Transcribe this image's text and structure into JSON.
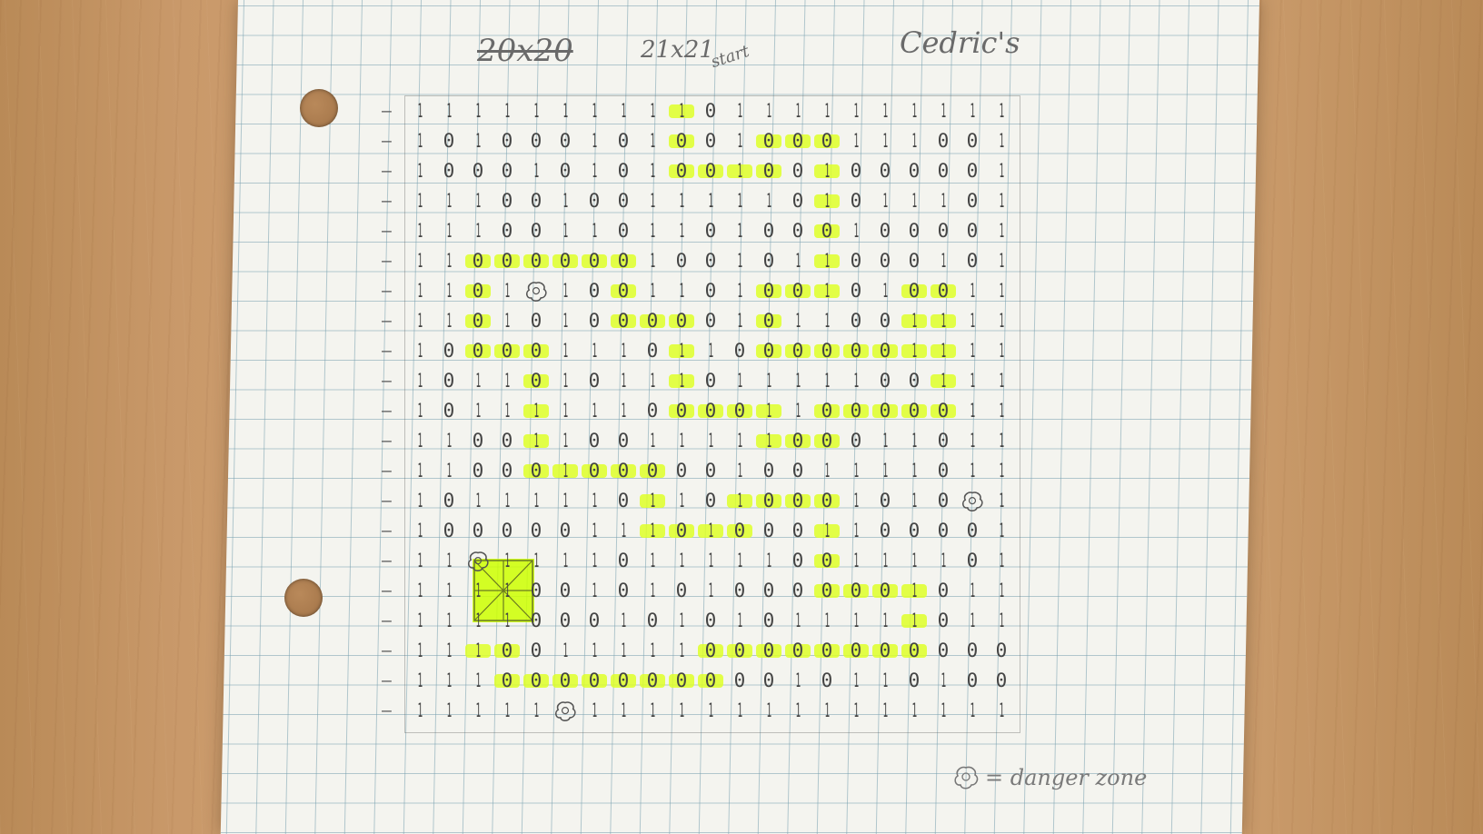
{
  "paper": {
    "crossed_size": "20x20",
    "size_label": "21x21",
    "start_label": "start",
    "author_label": "Cedric's"
  },
  "legend": {
    "icon": "danger-zone-icon",
    "text": "= danger zone"
  },
  "colors": {
    "highlight": "#deff28",
    "goal": "#cdff00",
    "pencil": "#444444",
    "grid": "#78a0af"
  },
  "maze": {
    "rows": [
      "111111111101111111111",
      "101000101001000111001",
      "100010101001001000001",
      "111001001111101011101",
      "111001101101000100001",
      "110000001001011000101",
      "110101001101001010011",
      "110101000001011001111",
      "100001110110000001111",
      "101101011101111100111",
      "101111110000110000011",
      "110011001111100011011",
      "110001000001001111011",
      "101111101101000101001",
      "100000111010001100001",
      "111111101111100111101",
      "111100101010000001011",
      "111100010101011111011",
      "111001111100000000000",
      "111000000000010110100",
      "111111111111111111111"
    ],
    "path": [
      [
        0,
        9
      ],
      [
        1,
        9
      ],
      [
        2,
        9
      ],
      [
        2,
        10
      ],
      [
        2,
        11
      ],
      [
        2,
        12
      ],
      [
        1,
        12
      ],
      [
        1,
        13
      ],
      [
        1,
        14
      ],
      [
        2,
        14
      ],
      [
        3,
        14
      ],
      [
        4,
        14
      ],
      [
        5,
        14
      ],
      [
        6,
        14
      ],
      [
        6,
        13
      ],
      [
        6,
        12
      ],
      [
        7,
        12
      ],
      [
        8,
        12
      ],
      [
        8,
        13
      ],
      [
        8,
        14
      ],
      [
        8,
        15
      ],
      [
        8,
        16
      ],
      [
        8,
        17
      ],
      [
        7,
        17
      ],
      [
        6,
        17
      ],
      [
        6,
        18
      ],
      [
        7,
        18
      ],
      [
        8,
        18
      ],
      [
        9,
        18
      ],
      [
        10,
        18
      ],
      [
        10,
        17
      ],
      [
        10,
        16
      ],
      [
        10,
        15
      ],
      [
        10,
        14
      ],
      [
        11,
        14
      ],
      [
        11,
        13
      ],
      [
        11,
        12
      ],
      [
        10,
        12
      ],
      [
        10,
        11
      ],
      [
        10,
        10
      ],
      [
        10,
        9
      ],
      [
        9,
        9
      ],
      [
        8,
        9
      ],
      [
        7,
        9
      ],
      [
        7,
        8
      ],
      [
        7,
        7
      ],
      [
        6,
        7
      ],
      [
        5,
        7
      ],
      [
        5,
        6
      ],
      [
        5,
        5
      ],
      [
        5,
        4
      ],
      [
        5,
        3
      ],
      [
        5,
        2
      ],
      [
        6,
        2
      ],
      [
        7,
        2
      ],
      [
        8,
        2
      ],
      [
        8,
        3
      ],
      [
        8,
        4
      ],
      [
        9,
        4
      ],
      [
        10,
        4
      ],
      [
        11,
        4
      ],
      [
        12,
        4
      ],
      [
        12,
        5
      ],
      [
        12,
        6
      ],
      [
        12,
        7
      ],
      [
        12,
        8
      ],
      [
        13,
        8
      ],
      [
        14,
        8
      ],
      [
        14,
        9
      ],
      [
        14,
        10
      ],
      [
        14,
        11
      ],
      [
        13,
        11
      ],
      [
        13,
        12
      ],
      [
        13,
        13
      ],
      [
        13,
        14
      ],
      [
        14,
        14
      ],
      [
        15,
        14
      ],
      [
        16,
        14
      ],
      [
        16,
        15
      ],
      [
        16,
        16
      ],
      [
        16,
        17
      ],
      [
        17,
        17
      ],
      [
        18,
        17
      ],
      [
        18,
        16
      ],
      [
        18,
        15
      ],
      [
        18,
        14
      ],
      [
        18,
        13
      ],
      [
        18,
        12
      ],
      [
        18,
        11
      ],
      [
        18,
        10
      ],
      [
        19,
        10
      ],
      [
        19,
        9
      ],
      [
        19,
        8
      ],
      [
        19,
        7
      ],
      [
        19,
        6
      ],
      [
        19,
        5
      ],
      [
        19,
        4
      ],
      [
        19,
        3
      ],
      [
        18,
        3
      ],
      [
        18,
        2
      ]
    ],
    "danger_zones": [
      [
        6,
        4
      ],
      [
        13,
        19
      ],
      [
        15,
        2
      ],
      [
        20,
        5
      ]
    ]
  }
}
